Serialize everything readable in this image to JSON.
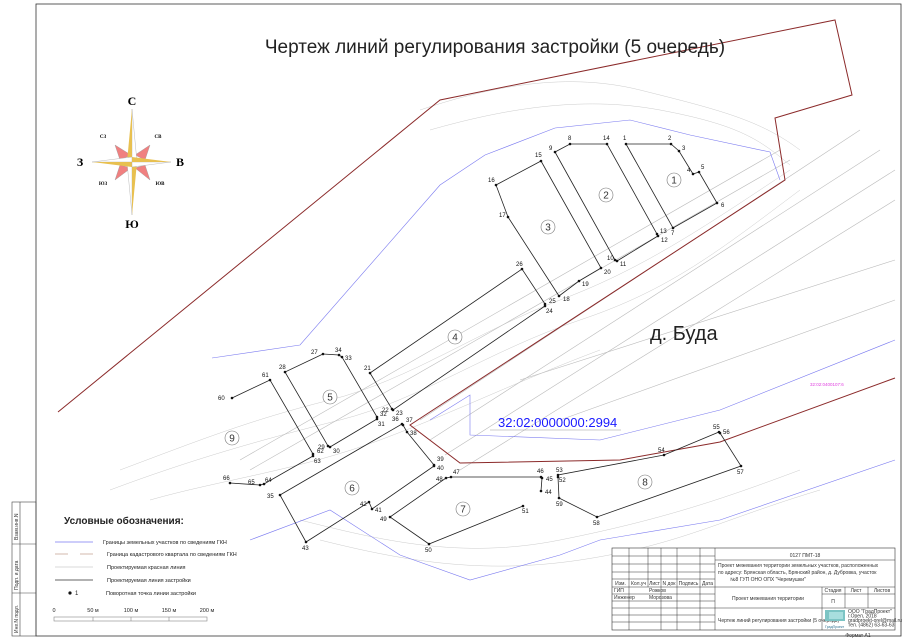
{
  "title": "Чертеж линий регулирования застройки (5 очередь)",
  "village_label": "д. Буда",
  "cadastral_main": "32:02:0000000:2994",
  "cadastral_small": "32:02:0400107:6",
  "compass": {
    "n": "С",
    "s": "Ю",
    "w": "З",
    "e": "В",
    "nw": "СЗ",
    "ne": "СВ",
    "sw": "ЮЗ",
    "se": "ЮВ"
  },
  "legend": {
    "title": "Условные обозначения:",
    "items": [
      {
        "label": "Границы земельных участков по сведениям ГКН",
        "color": "#7a7af0"
      },
      {
        "label": "Граница кадастрового квартала по сведениям ГКН",
        "color": "#c8a898"
      },
      {
        "label": "Проектируемая красная линия",
        "color": "#d8d8d8"
      },
      {
        "label": "Проектируемая линия застройки",
        "color": "#333333"
      },
      {
        "label": "Поворотная точка линии застройки",
        "marker": "1"
      }
    ]
  },
  "scale": [
    "0",
    "50 м",
    "100 м",
    "150 м",
    "200 м"
  ],
  "side_stamp": [
    "Взам.инв.N",
    "Подп. и дата",
    "Инв.N подл."
  ],
  "title_block": {
    "code": "0127 ПМТ-18",
    "description_1": "Проект межевания территории  земельных участков, расположенных",
    "description_2": "по адресу: Брянская область, Брянский район, д. Дубровка, участок",
    "description_3": "№8 ГУП ОНО ОПХ \"Черемушки\"",
    "headers": [
      "Изм.",
      "Кол.уч",
      "Лист",
      "N док",
      "Подпись",
      "Дата"
    ],
    "roles": [
      {
        "role": "ГИП",
        "name": "Рожков"
      },
      {
        "role": "Инженер",
        "name": "Морозова"
      }
    ],
    "project_name": "Проект межевания территории",
    "stage_label": "Стадия",
    "sheet_label": "Лист",
    "sheets_label": "Листов",
    "stage_value": "П",
    "drawing_name": "Чертеж линий регулирования застройки (5 очередь)",
    "company": [
      "ООО \"ГрадПроект\"",
      "г.Орел, 2018",
      "gradproekt-orel@mail.ru",
      "тел. (4862) 63-63-63"
    ],
    "logo_text": "ГрадПроект",
    "format": "Формат А1"
  },
  "lots": [
    "1",
    "2",
    "3",
    "4",
    "5",
    "6",
    "7",
    "8",
    "9"
  ],
  "points": [
    "1",
    "2",
    "3",
    "4",
    "5",
    "6",
    "7",
    "8",
    "9",
    "10",
    "11",
    "12",
    "13",
    "14",
    "15",
    "16",
    "17",
    "18",
    "19",
    "20",
    "21",
    "22",
    "23",
    "24",
    "25",
    "26",
    "27",
    "28",
    "29",
    "30",
    "31",
    "32",
    "33",
    "34",
    "35",
    "36",
    "37",
    "38",
    "39",
    "40",
    "41",
    "42",
    "43",
    "44",
    "45",
    "46",
    "47",
    "48",
    "49",
    "50",
    "51",
    "52",
    "53",
    "54",
    "55",
    "56",
    "57",
    "58",
    "59",
    "60",
    "61",
    "62",
    "63",
    "64",
    "65",
    "66"
  ],
  "colors": {
    "red_line": "#8b2a2a",
    "parcel_boundary": "#7a7af0",
    "cadastral_text": "#1a1aff",
    "build_line": "#222222"
  }
}
